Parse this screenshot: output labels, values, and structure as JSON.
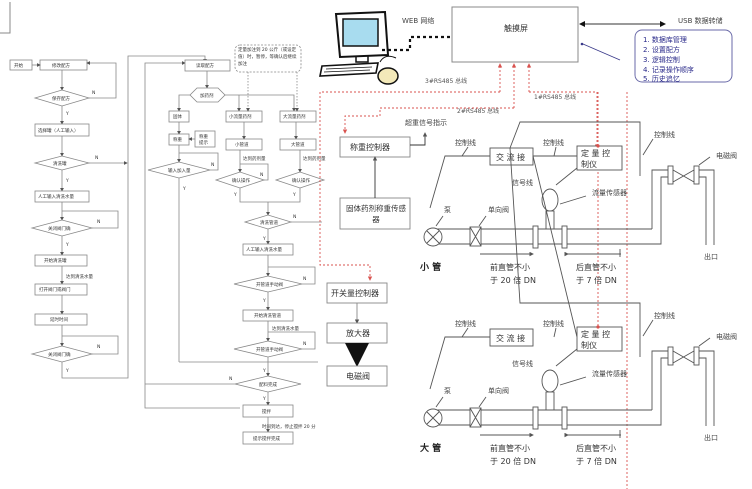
{
  "flowchart_left": {
    "start": "开始",
    "edit_recipe": "修改配方",
    "save_recipe_q": "保存配方",
    "select_recipe": "选择罐（人工输入）",
    "flush_tank_q": "清洗罐",
    "manual_input_water": "人工输入清洗水量",
    "close_valve_q1": "关闭阀门确",
    "start_flush_tank": "开始清洗罐",
    "water_note": "达到清洗水量",
    "open_valve": "打开阀门或阀门",
    "delay": "延时时间",
    "close_valve_q2": "关闭阀门确",
    "yes": "Y",
    "no": "N"
  },
  "flowchart_mid": {
    "read_recipe": "读取配方",
    "add_type": "加药剂",
    "solid": "固体",
    "weigh": "称重",
    "weigh_hint": "称重提示",
    "input_amount_q": "输入加入量",
    "small_flow": "小流量药剂",
    "small_pipe": "小管道",
    "small_note": "达到药剂量",
    "confirm_small_q": "确认操作",
    "large_flow": "大流量药剂",
    "large_pipe": "大管道",
    "large_note": "达到药剂量",
    "confirm_large_q": "确认操作",
    "flush_pipe_q": "清洗管道",
    "manual_input_pipe_water": "人工输入清洗水量",
    "open_pipe_valve_q1": "开管道手动阀",
    "start_flush_pipe": "开始清洗管道",
    "pipe_water_note": "达到清洗水量",
    "open_pipe_valve_q2": "开管道手动阀",
    "dosing_done_q": "配料完成",
    "stir": "搅拌",
    "stir_note": "时间到达，停止搅拌 20 分",
    "prompt_done": "提示搅拌完成",
    "note_box": "定量加注到 20 公斤（或设定值）时，暂停，等确认后继续加注",
    "yes": "Y",
    "no": "N"
  },
  "system": {
    "web_network": "WEB 网络",
    "touchscreen": "触摸屏",
    "usb_storage": "USB 数据转储",
    "menu_items": [
      "1.  数据库管理",
      "2.  设置配方",
      "3.  逻辑控制",
      "4.  记录操作顺序",
      "5.  历史追忆"
    ],
    "bus3": "3#RS485 总线",
    "bus2": "2#RS485 总线",
    "bus1": "1#RS485 总线",
    "overweight_signal": "超重信号指示",
    "weigh_controller": "称重控制器",
    "solid_sensor": "固体药剂称重传感器",
    "switch_controller": "开关量控制器",
    "amplifier": "放大器",
    "solenoid_valve_box": "电磁阀"
  },
  "pipe_small": {
    "name": "小 管",
    "control_line_1": "控制线",
    "control_line_2": "控制线",
    "control_line_3": "控制线",
    "contactor": "交 流 接",
    "quant_controller_line1": "定 量 控",
    "quant_controller_line2": "制仪",
    "signal_line": "信号线",
    "flow_sensor": "流量传感器",
    "pump": "泵",
    "check_valve": "单向阀",
    "solenoid_valve": "电磁阀",
    "outlet": "出口",
    "front_pipe_1": "前直管不小",
    "front_pipe_2": "于 20 倍 DN",
    "rear_pipe_1": "后直管不小",
    "rear_pipe_2": "于 7 倍 DN"
  },
  "pipe_large": {
    "name": "大 管",
    "control_line_1": "控制线",
    "control_line_2": "控制线",
    "control_line_3": "控制线",
    "contactor": "交 流 接",
    "quant_controller_line1": "定 量 控",
    "quant_controller_line2": "制仪",
    "signal_line": "信号线",
    "flow_sensor": "流量传感器",
    "pump": "泵",
    "check_valve": "单向阀",
    "solenoid_valve": "电磁阀",
    "outlet": "出口",
    "front_pipe_1": "前直管不小",
    "front_pipe_2": "于 20 倍 DN",
    "rear_pipe_1": "后直管不小",
    "rear_pipe_2": "于 7 倍 DN"
  },
  "colors": {
    "line": "#7a7a7a",
    "dark_line": "#333333",
    "bus_red": "#d9534f",
    "menu_border": "#6a6aa8",
    "menu_text": "#2a2a8a",
    "monitor_screen": "#a8dcef"
  }
}
